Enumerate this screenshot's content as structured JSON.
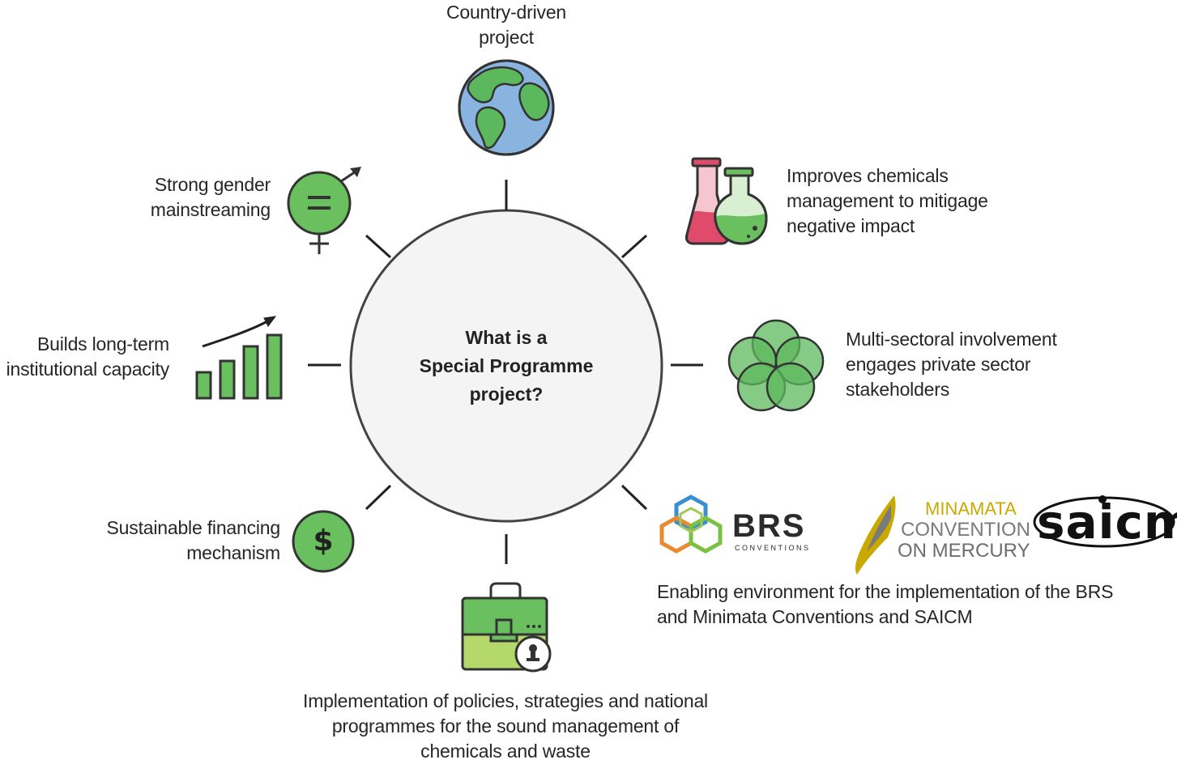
{
  "hub": {
    "lines": [
      "What is a",
      "Special Programme",
      "project?"
    ]
  },
  "features": {
    "country": {
      "lines": [
        "Country-driven",
        "project"
      ],
      "icon": "globe-icon"
    },
    "chemicals": {
      "lines": [
        "Improves chemicals",
        "management to mitigage",
        "negative impact"
      ],
      "icon": "flasks-icon"
    },
    "multisector": {
      "lines": [
        "Multi-sectoral involvement",
        "engages private sector",
        "stakeholders"
      ],
      "icon": "overlapping-circles-icon"
    },
    "enabling": {
      "lines": [
        "Enabling environment for the implementation of the BRS",
        "and Minimata Conventions and SAICM"
      ]
    },
    "implementation": {
      "lines": [
        "Implementation of policies, strategies and national",
        "programmes for the sound management of",
        "chemicals and waste"
      ],
      "icon": "briefcase-icon"
    },
    "financing": {
      "lines": [
        "Sustainable financing",
        "mechanism"
      ],
      "icon": "dollar-icon"
    },
    "capacity": {
      "lines": [
        "Builds long-term",
        "institutional capacity"
      ],
      "icon": "growth-chart-icon"
    },
    "gender": {
      "lines": [
        "Strong gender",
        "mainstreaming"
      ],
      "icon": "gender-equality-icon"
    }
  },
  "logos": {
    "brs": {
      "name": "BRS",
      "sub": "CONVENTIONS"
    },
    "minamata": {
      "line1": "MINAMATA",
      "line2": "CONVENTION",
      "line3": "ON MERCURY"
    },
    "saicm": {
      "name": "saicm"
    }
  },
  "colors": {
    "green": "#6abf5e",
    "dark_green": "#3c9a3a",
    "light_green": "#b5d86b",
    "ocean": "#8ab4e0",
    "flask_red": "#e04b6b",
    "outline": "#333333",
    "minamata_gold": "#c9a800",
    "minamata_gray": "#7a7a7a"
  }
}
